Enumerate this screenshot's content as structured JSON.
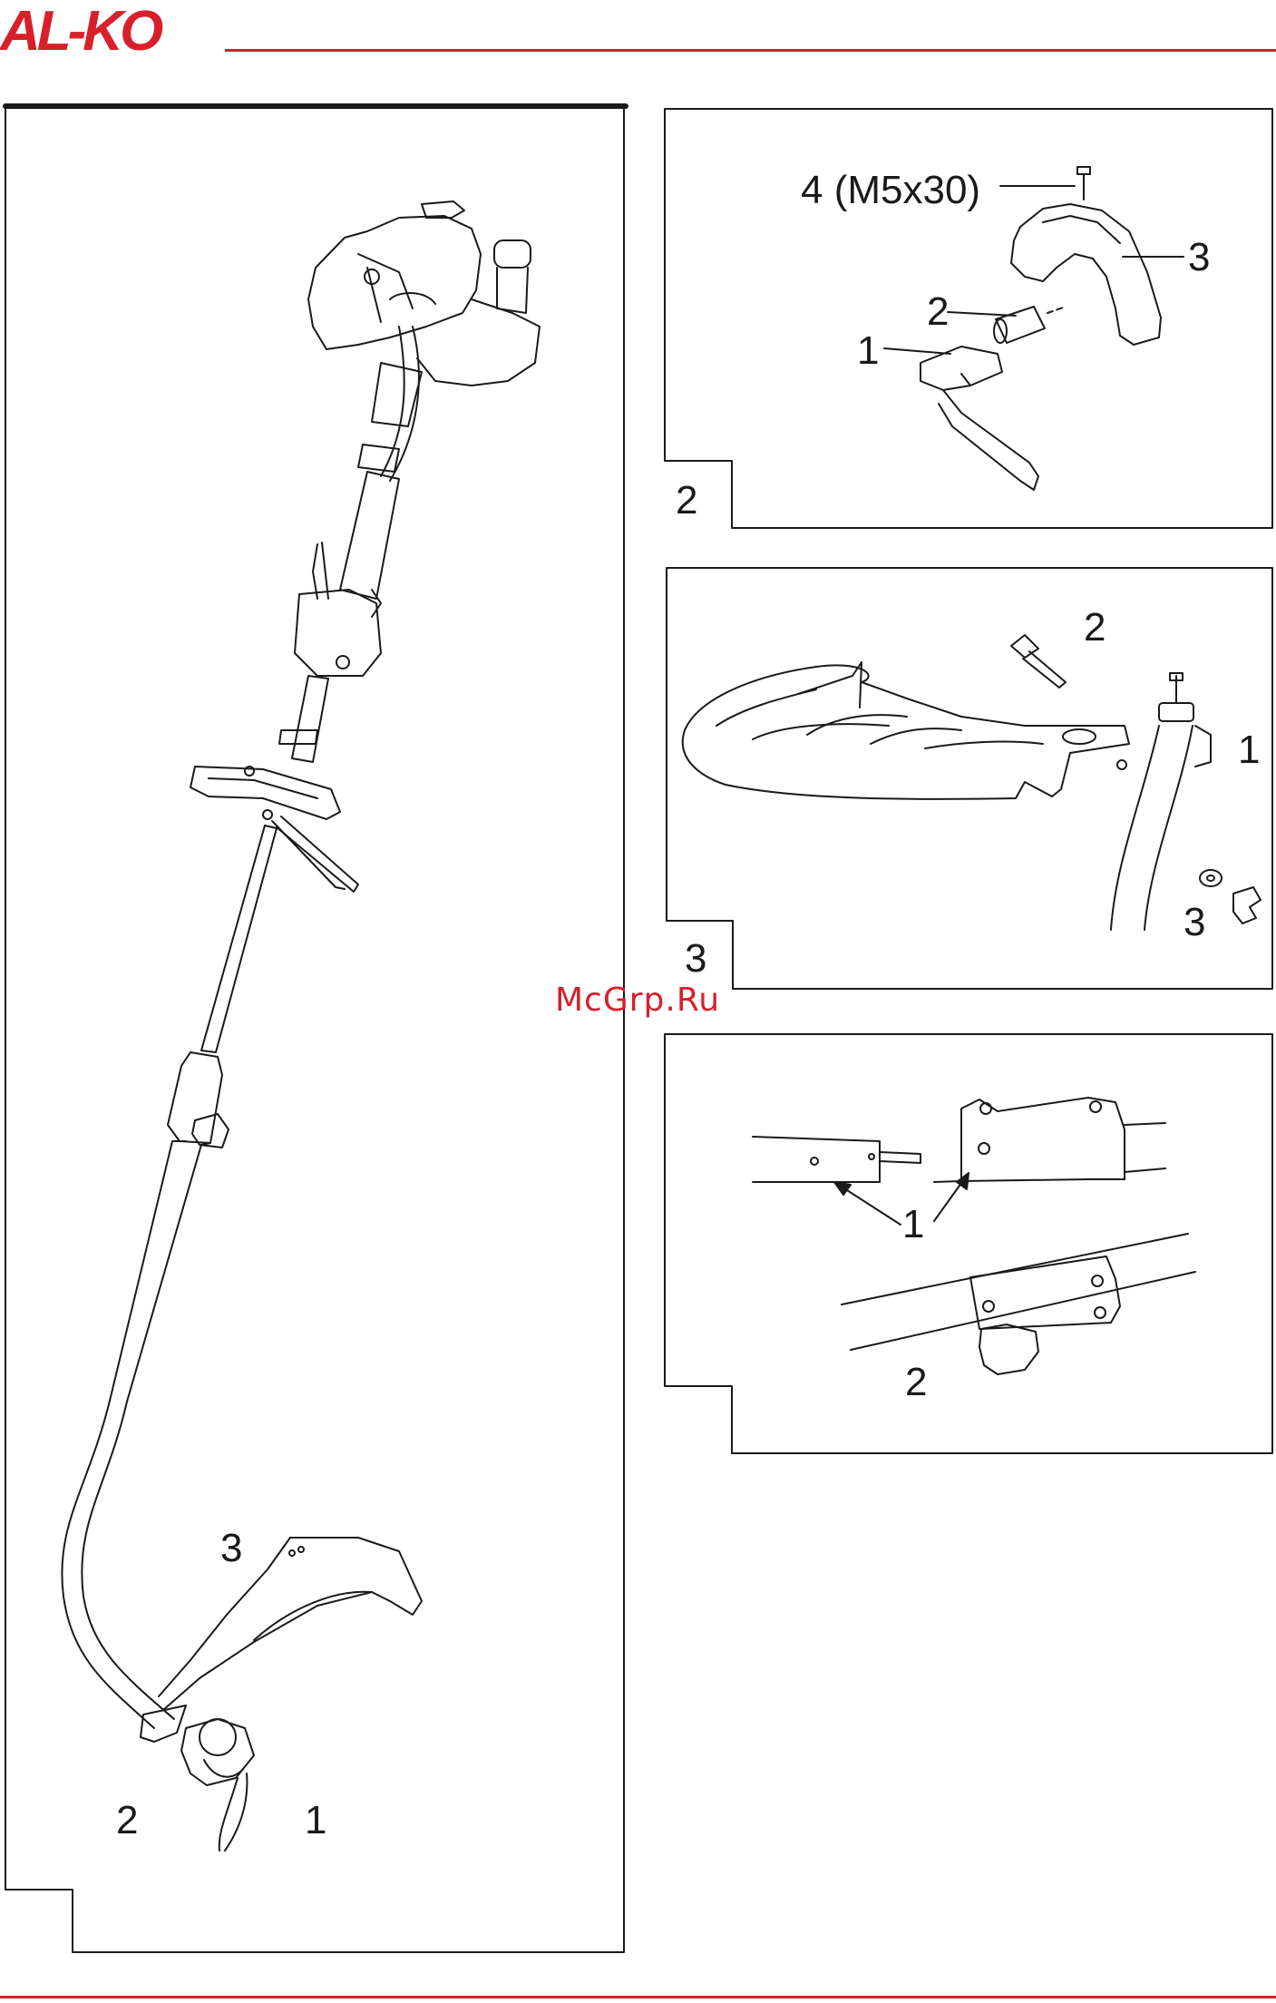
{
  "header": {
    "logo_text": "AL-KO",
    "accent_color": "#d7202a"
  },
  "watermark": {
    "text": "McGrp.Ru"
  },
  "panel_main": {
    "labels": {
      "deflector": "3",
      "bracket": "2",
      "spool": "1"
    }
  },
  "panel_2": {
    "figure_number": "2",
    "labels": {
      "screw": "4 (M5x30)",
      "grip": "3",
      "sleeve": "2",
      "clamp": "1"
    }
  },
  "panel_3": {
    "figure_number": "3",
    "labels": {
      "bolt": "2",
      "shaft": "1",
      "nut_washer": "3"
    }
  },
  "panel_4": {
    "labels": {
      "coupling": "1",
      "knob": "2"
    }
  }
}
